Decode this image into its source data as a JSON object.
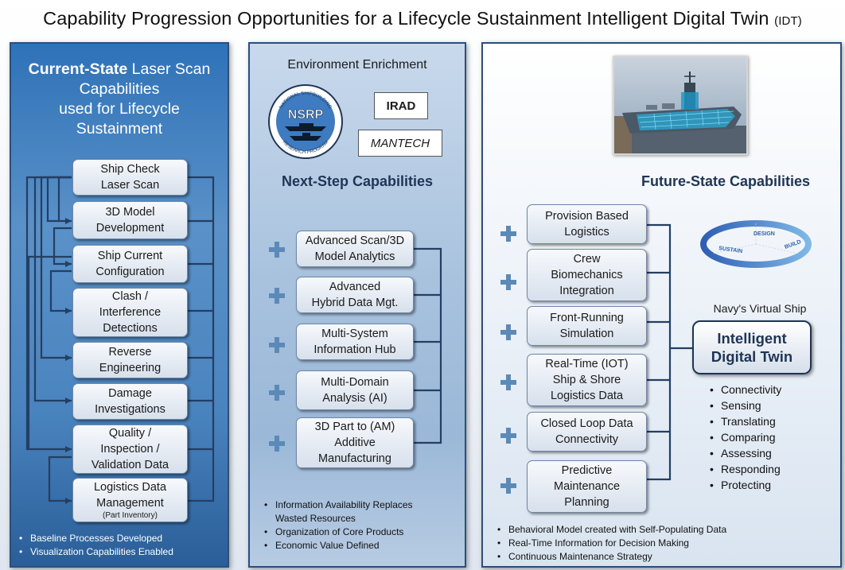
{
  "title": {
    "main": "Capability Progression Opportunities for a Lifecycle Sustainment Intelligent Digital Twin",
    "suffix": "(IDT)"
  },
  "current_state": {
    "heading_bold": "Current-State",
    "heading_rest_1": " Laser Scan",
    "heading_line_2": "Capabilities",
    "heading_line_3": "used for Lifecycle",
    "heading_line_4": "Sustainment",
    "boxes": [
      {
        "line1": "Ship Check",
        "line2": "Laser Scan"
      },
      {
        "line1": "3D Model",
        "line2": "Development"
      },
      {
        "line1": "Ship Current",
        "line2": "Configuration"
      },
      {
        "line1": "Clash /",
        "line2": "Interference",
        "line3": "Detections"
      },
      {
        "line1": "Reverse",
        "line2": "Engineering"
      },
      {
        "line1": "Damage",
        "line2": "Investigations"
      },
      {
        "line1": "Quality /",
        "line2": "Inspection /",
        "line3": "Validation Data"
      },
      {
        "line1": "Logistics Data",
        "line2": "Management",
        "sub": "(Part Inventory)"
      }
    ],
    "bullets": [
      "Baseline Processes Developed",
      "Visualization Capabilities Enabled"
    ]
  },
  "next_step": {
    "env_title": "Environment Enrichment",
    "logo": {
      "name": "nsrp-logo",
      "text": "NSRP",
      "ring_top": "NATIONAL SHIPBUILDING",
      "ring_bottom": "RESEARCH PROGRAM"
    },
    "irad": "IRAD",
    "mantech": "MANTECH",
    "heading": "Next-Step Capabilities",
    "boxes": [
      {
        "line1": "Advanced Scan/3D",
        "line2": "Model Analytics"
      },
      {
        "line1": "Advanced",
        "line2": "Hybrid Data Mgt."
      },
      {
        "line1": "Multi-System",
        "line2": "Information Hub"
      },
      {
        "line1": "Multi-Domain",
        "line2": "Analysis (AI)"
      },
      {
        "line1": "3D Part to (AM)",
        "line2": "Additive",
        "line3": "Manufacturing"
      }
    ],
    "bullets": [
      "Information Availability Replaces",
      "Wasted Resources",
      "Organization of Core Products",
      "Economic Value Defined"
    ]
  },
  "future_state": {
    "heading": "Future-State Capabilities",
    "ship_image": "aircraft-carrier-digital-twin-image",
    "lifecycle": {
      "design": "DESIGN",
      "build": "BUILD",
      "sustain": "SUSTAIN"
    },
    "boxes": [
      {
        "line1": "Provision Based",
        "line2": "Logistics"
      },
      {
        "line1": "Crew",
        "line2": "Biomechanics",
        "line3": "Integration"
      },
      {
        "line1": "Front-Running",
        "line2": "Simulation"
      },
      {
        "line1": "Real-Time (IOT)",
        "line2": "Ship & Shore",
        "line3": "Logistics Data"
      },
      {
        "line1": "Closed Loop Data",
        "line2": "Connectivity"
      },
      {
        "line1": "Predictive",
        "line2": "Maintenance",
        "line3": "Planning"
      }
    ],
    "navy_label": "Navy's Virtual Ship",
    "idt_line1": "Intelligent",
    "idt_line2": "Digital Twin",
    "idt_bullets": [
      "Connectivity",
      "Sensing",
      "Translating",
      "Comparing",
      "Assessing",
      "Responding",
      "Protecting"
    ],
    "bullets": [
      "Behavioral Model created with Self-Populating Data",
      "Real-Time Information for Decision Making",
      "Continuous Maintenance Strategy"
    ]
  },
  "colors": {
    "panel_border": "#2b4f7d",
    "connector": "#233f63",
    "plus": "#5b8ab8",
    "heading": "#1f3555"
  }
}
